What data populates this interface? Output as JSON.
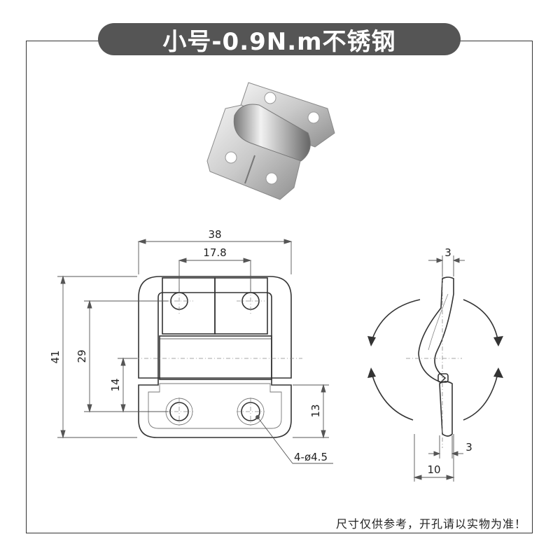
{
  "title": "小号-0.9N.m不锈钢",
  "footer_note": "尺寸仅供参考，开孔请以实物为准！",
  "dimensions": {
    "overall_width": "38",
    "hole_spacing_x": "17.8",
    "overall_height": "41",
    "hole_spacing_y": "29",
    "center_height": "14",
    "lower_leaf_height": "13",
    "holes": "4-ø4.5",
    "side_top_thickness": "3",
    "side_bottom_thickness": "3",
    "side_depth": "10"
  },
  "colors": {
    "title_bg": "#555555",
    "line": "#333333",
    "dim_line": "#666666"
  }
}
